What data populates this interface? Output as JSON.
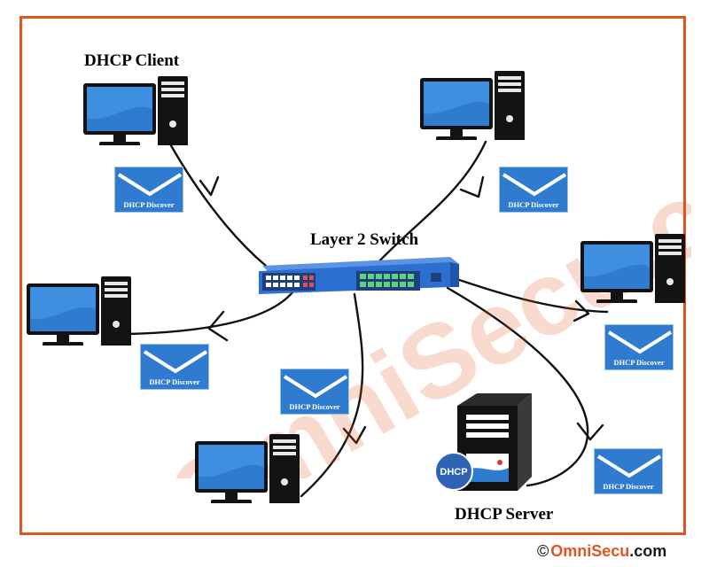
{
  "labels": {
    "client": "DHCP Client",
    "switch": "Layer 2 Switch",
    "server": "DHCP Server",
    "server_badge": "DHCP"
  },
  "envelope_text": "DHCP Discover",
  "watermark_text": "OmniSecu.com",
  "copyright": {
    "symbol": "©",
    "brand": "OmniSecu",
    "domain": ".com"
  },
  "colors": {
    "frame": "#e2551e",
    "monitor_blue": "#2e7bd0",
    "envelope_blue": "#2e7bd0",
    "switch_blue": "#2d6fd1",
    "port_green": "#5fd37a",
    "port_red": "#e05050"
  }
}
